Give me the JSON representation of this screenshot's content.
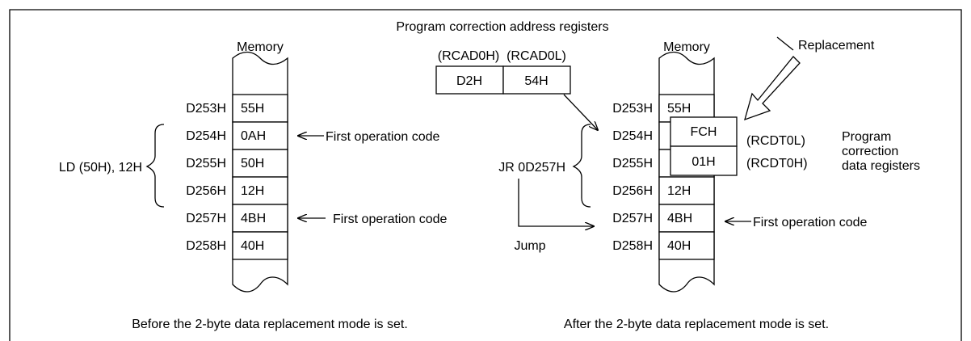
{
  "title": "Program correction address registers",
  "captions": {
    "before": "Before the 2-byte data replacement mode is set.",
    "after": "After the 2-byte data replacement mode is set."
  },
  "left_panel": {
    "memory_label": "Memory",
    "addresses": [
      "D253H",
      "D254H",
      "D255H",
      "D256H",
      "D257H",
      "D258H"
    ],
    "values": [
      "55H",
      "0AH",
      "50H",
      "12H",
      "4BH",
      "40H"
    ],
    "instruction_label": "LD (50H), 12H",
    "note_d254": "First operation code",
    "note_d257": "First operation code"
  },
  "address_registers": {
    "high_label": "(RCAD0H)",
    "low_label": "(RCAD0L)",
    "high_value": "D2H",
    "low_value": "54H"
  },
  "right_panel": {
    "memory_label": "Memory",
    "addresses": [
      "D253H",
      "D254H",
      "D255H",
      "D256H",
      "D257H",
      "D258H"
    ],
    "values": [
      "55H",
      "",
      "",
      "12H",
      "4BH",
      "40H"
    ],
    "replacement_label": "Replacement",
    "overlay_values": [
      "FCH",
      "01H"
    ],
    "overlay_register_names": [
      "(RCDT0L)",
      "(RCDT0H)"
    ],
    "data_registers_label": [
      "Program",
      "correction",
      "data registers"
    ],
    "jr_label": "JR 0D257H",
    "jump_label": "Jump",
    "note_d257": "First operation code"
  }
}
